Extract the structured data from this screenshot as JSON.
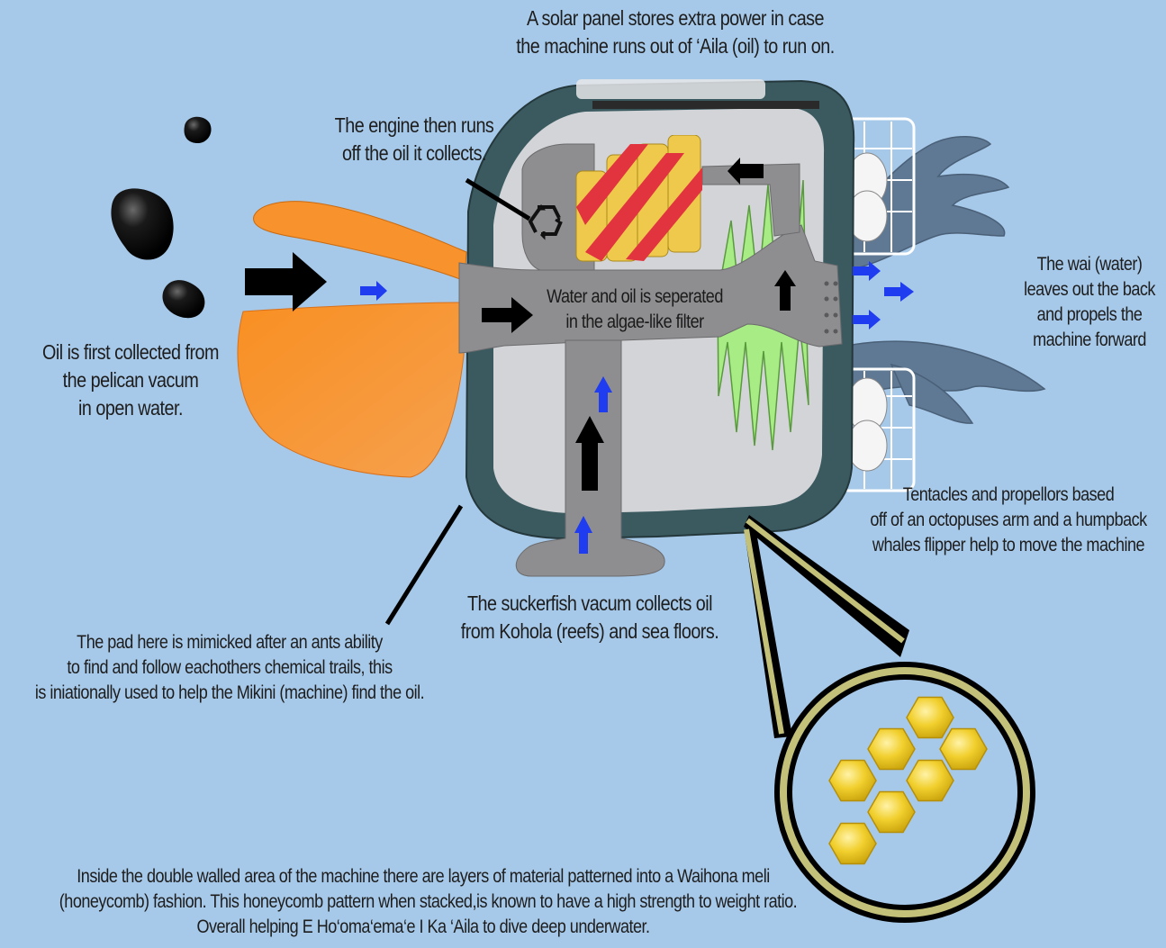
{
  "labels": {
    "solar": [
      "A solar panel stores extra power in case",
      "the machine runs out of ‘Aila (oil) to run on."
    ],
    "engine": [
      "The engine then runs",
      "off the oil it collects."
    ],
    "filter": [
      "Water and oil is seperated",
      "in the algae-like filter"
    ],
    "pelican": [
      "Oil is first collected from",
      "the pelican vacum",
      "in open water."
    ],
    "wai": [
      "The wai (water)",
      "leaves out the back",
      "and propels the",
      "machine forward"
    ],
    "tentacles": [
      "Tentacles and propellors based",
      "off of an octopuses arm and a humpback",
      "whales flipper help to move the machine"
    ],
    "suckerfish": [
      "The suckerfish vacum collects oil",
      "from Kohola (reefs) and sea floors."
    ],
    "pad": [
      "The pad here is mimicked after an ants ability",
      "to find and follow eachothers chemical trails, this",
      "is iniationally used to help the Mikini (machine) find the oil."
    ],
    "honeycomb": [
      "Inside the double walled area of the machine there are layers of material patterned into a Waihona meli",
      "(honeycomb) fashion. This honeycomb pattern when stacked,is known to have a high strength to weight ratio.",
      "Overall helping E Ho‘oma‘ema‘e I Ka ‘Aila to dive deep underwater."
    ]
  },
  "icons": {
    "recycle": "recycle-icon",
    "water_arrow": "blue-arrow-icon",
    "flow_arrow": "black-arrow-icon"
  },
  "colors": {
    "background": "#a7c9e9",
    "machine_wall": "#3a5a60",
    "machine_inner": "#d4d5d9",
    "pipe": "#8f8f91",
    "beak": "#f58a25",
    "algae": "#a6ec84",
    "engine_yellow": "#efc94c",
    "engine_red": "#e1343f",
    "tentacle": "#5e7792",
    "honeycomb": "#e8c227",
    "lens_frame": "#c3c07a",
    "oil": "#101010",
    "water_arrow": "#1f3cf0"
  }
}
